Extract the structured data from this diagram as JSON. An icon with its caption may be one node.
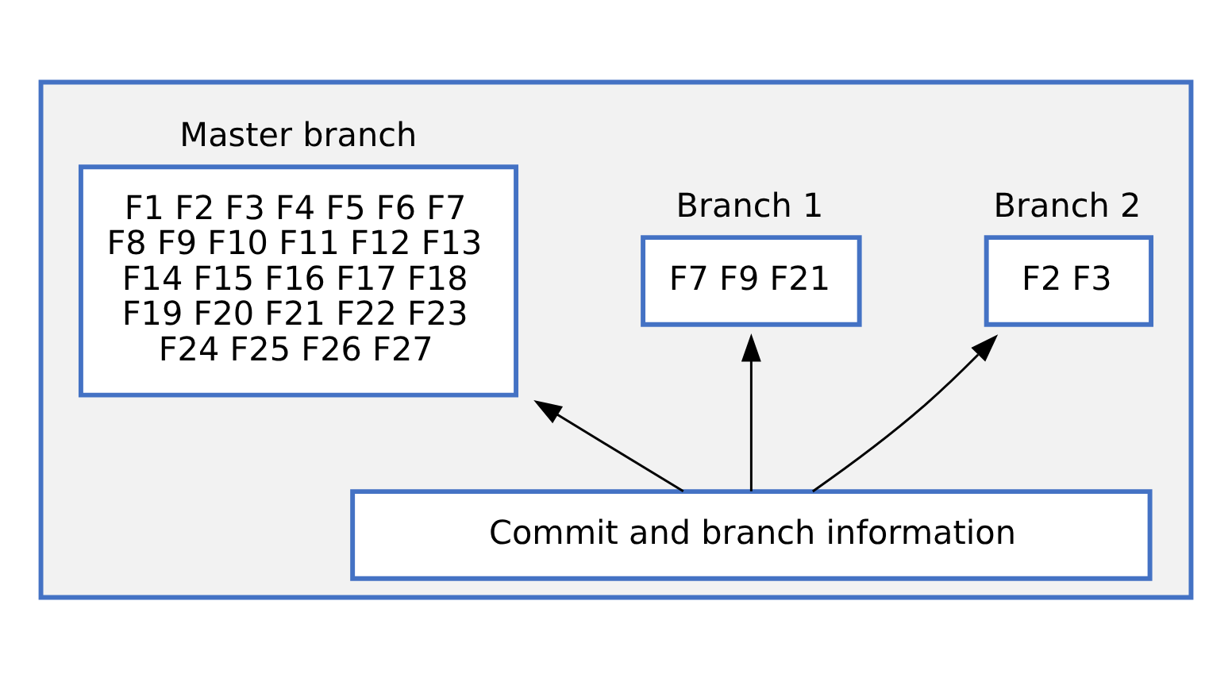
{
  "diagram": {
    "nodes": [
      {
        "text": [],
        "shape": "box"
      },
      {
        "text": [
          "Master branch",
          "F1 F2 F3 F4 F5 F6 F7 F8 F9 F10 F11 F12 F13 F14 F15 F16 F17 F18 F19 F20 F21 F22 F23 F24 F25 F26 F27"
        ],
        "in": 0
      },
      {
        "text": [
          "Branch 1",
          "F7 F9 F21"
        ],
        "in": 0
      },
      {
        "text": [
          "Branch 2",
          "F2 F3"
        ],
        "in": 0
      },
      {
        "text": [
          "Commit and branch information"
        ],
        "in": 0
      }
    ],
    "edges": [
      {
        "from": 4,
        "to": 1,
        "arrow": "to"
      },
      {
        "from": 4,
        "to": 2,
        "arrow": "to"
      },
      {
        "from": 4,
        "to": 3,
        "arrow": "to"
      }
    ]
  }
}
